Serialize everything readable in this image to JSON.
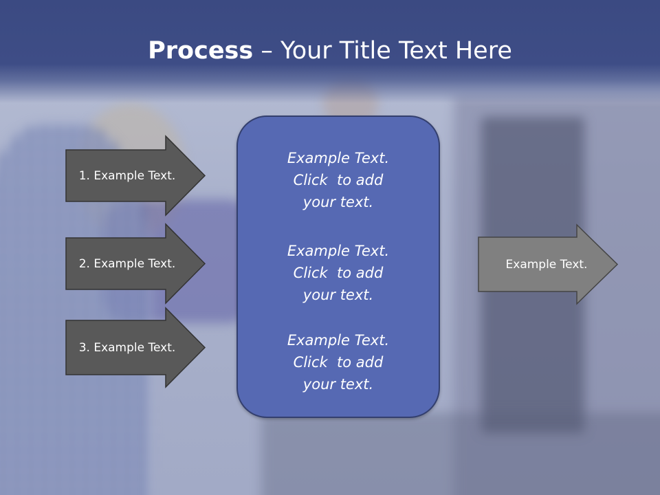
{
  "slide": {
    "title_bold": "Process",
    "title_rest": " – Your Title Text Here"
  },
  "inputs": [
    {
      "label": "1. Example Text."
    },
    {
      "label": "2. Example Text."
    },
    {
      "label": "3. Example Text."
    }
  ],
  "center_box": {
    "paragraphs": [
      {
        "lines": [
          "Example Text.",
          "Click  to add",
          "your text."
        ]
      },
      {
        "lines": [
          "Example Text.",
          "Click  to add",
          "your text."
        ]
      },
      {
        "lines": [
          "Example Text.",
          "Click  to add",
          "your text."
        ]
      }
    ]
  },
  "output": {
    "label": "Example Text."
  },
  "colors": {
    "title_band": "#3e4d86",
    "input_arrow_fill": "#595959",
    "output_arrow_fill": "#808080",
    "center_box_fill": "#5669b3",
    "text": "#ffffff"
  }
}
